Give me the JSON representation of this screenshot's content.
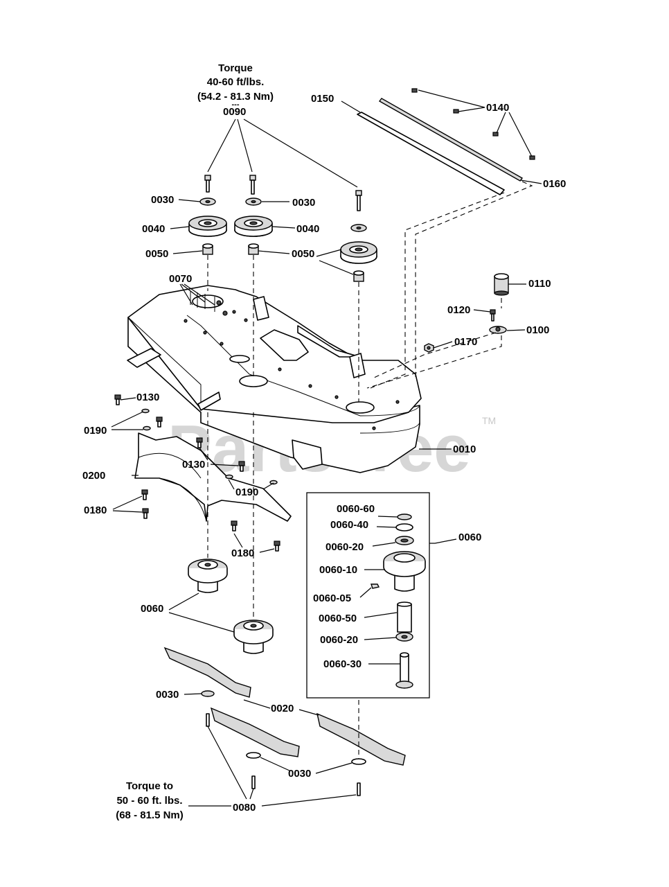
{
  "notes": {
    "top_torque": [
      "Torque",
      "40-60 ft/lbs.",
      "(54.2 - 81.3 Nm)",
      "---"
    ],
    "bottom_torque": [
      "Torque to",
      "50 - 60 ft. lbs.",
      "(68 - 81.5 Nm)"
    ]
  },
  "watermark": {
    "text": "PartsTree",
    "trademark": "TM"
  },
  "callouts": [
    {
      "id": "c0090",
      "text": "0090"
    },
    {
      "id": "c0150",
      "text": "0150"
    },
    {
      "id": "c0140",
      "text": "0140"
    },
    {
      "id": "c0160",
      "text": "0160"
    },
    {
      "id": "c0030a",
      "text": "0030"
    },
    {
      "id": "c0030b",
      "text": "0030"
    },
    {
      "id": "c0040a",
      "text": "0040"
    },
    {
      "id": "c0040b",
      "text": "0040"
    },
    {
      "id": "c0050a",
      "text": "0050"
    },
    {
      "id": "c0050b",
      "text": "0050"
    },
    {
      "id": "c0070",
      "text": "0070"
    },
    {
      "id": "c0110",
      "text": "0110"
    },
    {
      "id": "c0120",
      "text": "0120"
    },
    {
      "id": "c0100",
      "text": "0100"
    },
    {
      "id": "c0170",
      "text": "0170"
    },
    {
      "id": "c0130a",
      "text": "0130"
    },
    {
      "id": "c0190a",
      "text": "0190"
    },
    {
      "id": "c0010",
      "text": "0010"
    },
    {
      "id": "c0130b",
      "text": "0130"
    },
    {
      "id": "c0200",
      "text": "0200"
    },
    {
      "id": "c0190b",
      "text": "0190"
    },
    {
      "id": "c0180a",
      "text": "0180"
    },
    {
      "id": "c0180b",
      "text": "0180"
    },
    {
      "id": "c0060-60",
      "text": "0060-60"
    },
    {
      "id": "c0060-40",
      "text": "0060-40"
    },
    {
      "id": "c0060-20a",
      "text": "0060-20"
    },
    {
      "id": "c0060",
      "text": "0060"
    },
    {
      "id": "c0060-10",
      "text": "0060-10"
    },
    {
      "id": "c0060-05",
      "text": "0060-05"
    },
    {
      "id": "c0060-50",
      "text": "0060-50"
    },
    {
      "id": "c0060-20b",
      "text": "0060-20"
    },
    {
      "id": "c0060-30",
      "text": "0060-30"
    },
    {
      "id": "c0060b",
      "text": "0060"
    },
    {
      "id": "c0030c",
      "text": "0030"
    },
    {
      "id": "c0020",
      "text": "0020"
    },
    {
      "id": "c0030d",
      "text": "0030"
    },
    {
      "id": "c0080",
      "text": "0080"
    }
  ]
}
